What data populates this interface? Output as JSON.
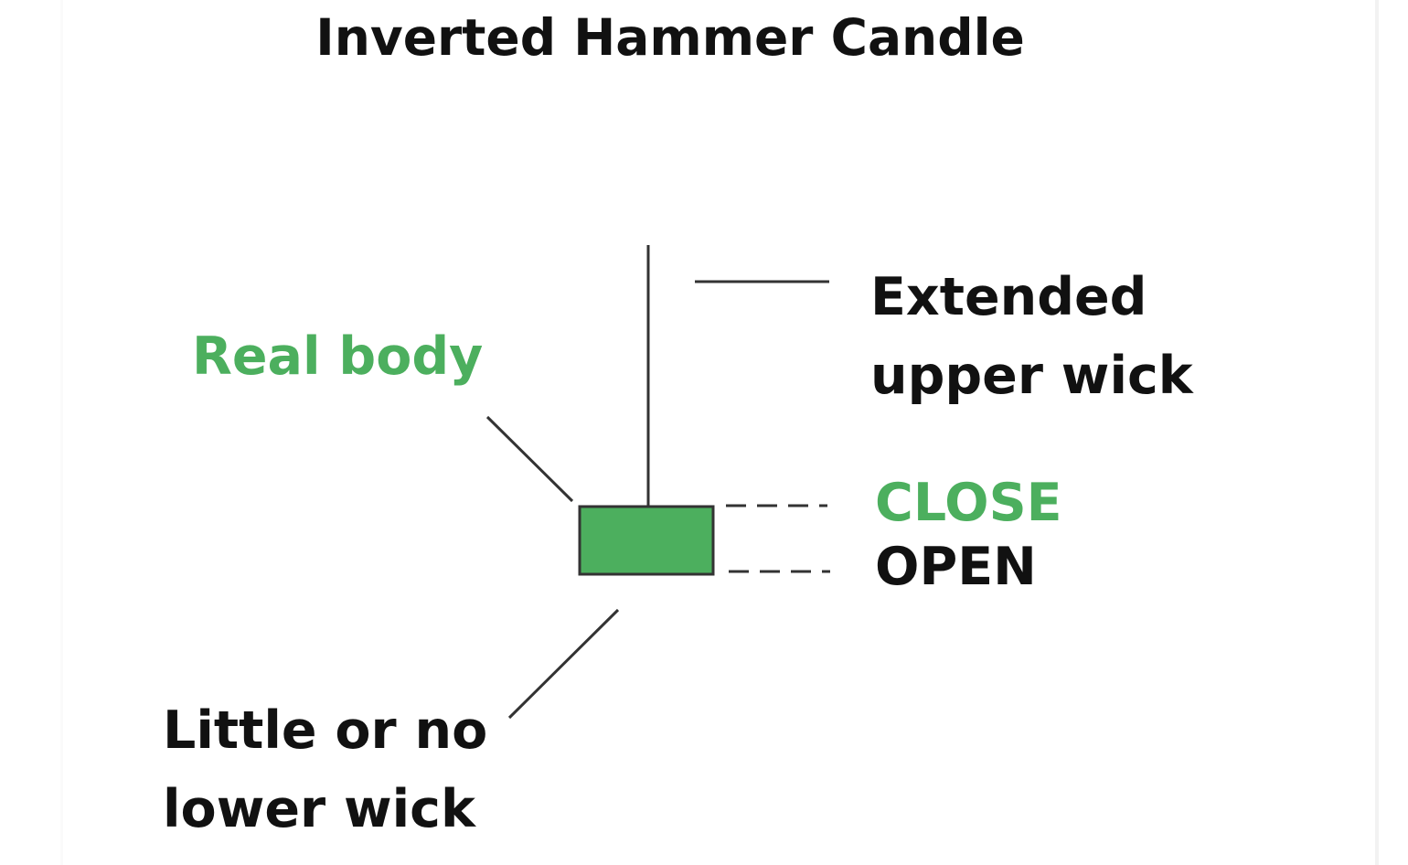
{
  "title": "Inverted Hammer Candle",
  "colors": {
    "bullish": "#4caf5e",
    "text": "#111111",
    "line": "#333333"
  },
  "labels": {
    "upper_wick": [
      "Extended",
      "upper wick"
    ],
    "real_body": "Real body",
    "close": "CLOSE",
    "open": "OPEN",
    "lower_wick": [
      "Little or no",
      "lower wick"
    ]
  }
}
